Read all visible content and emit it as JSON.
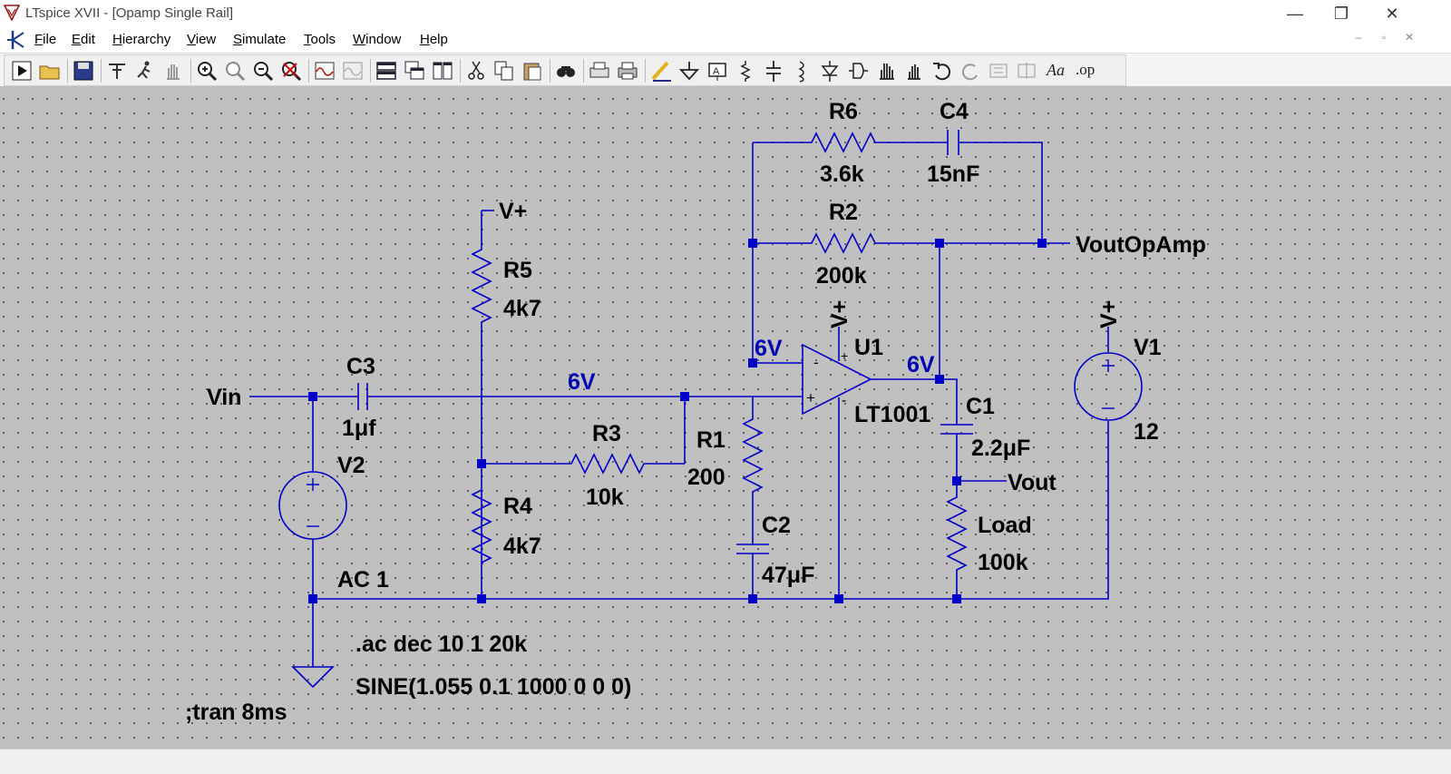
{
  "window": {
    "title": "LTspice XVII - [Opamp Single Rail]",
    "controls": {
      "minimize": "—",
      "restore": "❐",
      "close": "✕"
    }
  },
  "menu": {
    "items": [
      {
        "label": "File",
        "key": "F",
        "rest": "ile"
      },
      {
        "label": "Edit",
        "key": "E",
        "rest": "dit"
      },
      {
        "label": "Hierarchy",
        "key": "H",
        "rest": "ierarchy"
      },
      {
        "label": "View",
        "key": "V",
        "rest": "iew"
      },
      {
        "label": "Simulate",
        "key": "S",
        "rest": "imulate"
      },
      {
        "label": "Tools",
        "key": "T",
        "rest": "ools"
      },
      {
        "label": "Window",
        "key": "W",
        "rest": "indow"
      },
      {
        "label": "Help",
        "key": "H",
        "rest": "elp"
      }
    ],
    "mdi_controls": {
      "minimize": "–",
      "restore": "▫",
      "close": "✕"
    }
  },
  "toolbar": {
    "icons": [
      "run-icon",
      "open-icon",
      "save-icon",
      "control-panel-icon",
      "run-man-icon",
      "pan-hand-icon",
      "zoom-in-icon",
      "zoom-full-icon",
      "zoom-out-icon",
      "zoom-cancel-icon",
      "waveform-icon",
      "waveform-grey-icon",
      "tile-horizontal-icon",
      "cascade-icon",
      "tile-vertical-icon",
      "cut-icon",
      "copy-icon",
      "paste-icon",
      "find-icon",
      "print-preview-icon",
      "print-icon",
      "draw-wire-icon",
      "ground-icon",
      "label-net-icon",
      "resistor-icon",
      "capacitor-icon",
      "inductor-icon",
      "diode-icon",
      "component-icon",
      "move-icon",
      "drag-icon",
      "undo-icon",
      "redo-icon",
      "rotate-icon",
      "mirror-icon"
    ],
    "text_label": "Aa",
    "spice_label": ".op"
  },
  "schematic": {
    "colors": {
      "wire": "#0000c8",
      "background": "#c0c0c0",
      "dot": "#5a5a5a"
    },
    "components": {
      "R6": {
        "ref": "R6",
        "value": "3.6k"
      },
      "C4": {
        "ref": "C4",
        "value": "15nF"
      },
      "R2": {
        "ref": "R2",
        "value": "200k"
      },
      "R5": {
        "ref": "R5",
        "value": "4k7"
      },
      "R4": {
        "ref": "R4",
        "value": "4k7"
      },
      "R3": {
        "ref": "R3",
        "value": "10k"
      },
      "R1": {
        "ref": "R1",
        "value": "200"
      },
      "C2": {
        "ref": "C2",
        "value": "47μF"
      },
      "C3": {
        "ref": "C3",
        "value": "1μf"
      },
      "C1": {
        "ref": "C1",
        "value": "2.2μF"
      },
      "Load": {
        "ref": "Load",
        "value": "100k"
      },
      "U1": {
        "ref": "U1",
        "value": "LT1001"
      },
      "V1": {
        "ref": "V1",
        "value": "12"
      },
      "V2": {
        "ref": "V2",
        "value": "AC 1"
      }
    },
    "nets": {
      "vplus_r5": "V+",
      "vplus_u1": "V+",
      "vplus_v1": "V+",
      "vin": "Vin",
      "vout": "Vout",
      "voutopamp": "VoutOpAmp"
    },
    "voltages": {
      "inv_input": "6V",
      "bias": "6V",
      "output": "6V"
    },
    "op_signs": {
      "plus_top": "+",
      "minus_top": "-",
      "plus_in": "+",
      "minus_in": "-"
    },
    "directives": {
      "ac": ".ac dec 10 1 20k",
      "sine": "SINE(1.055 0.1 1000 0 0 0)",
      "tran": ";tran 8ms"
    }
  }
}
